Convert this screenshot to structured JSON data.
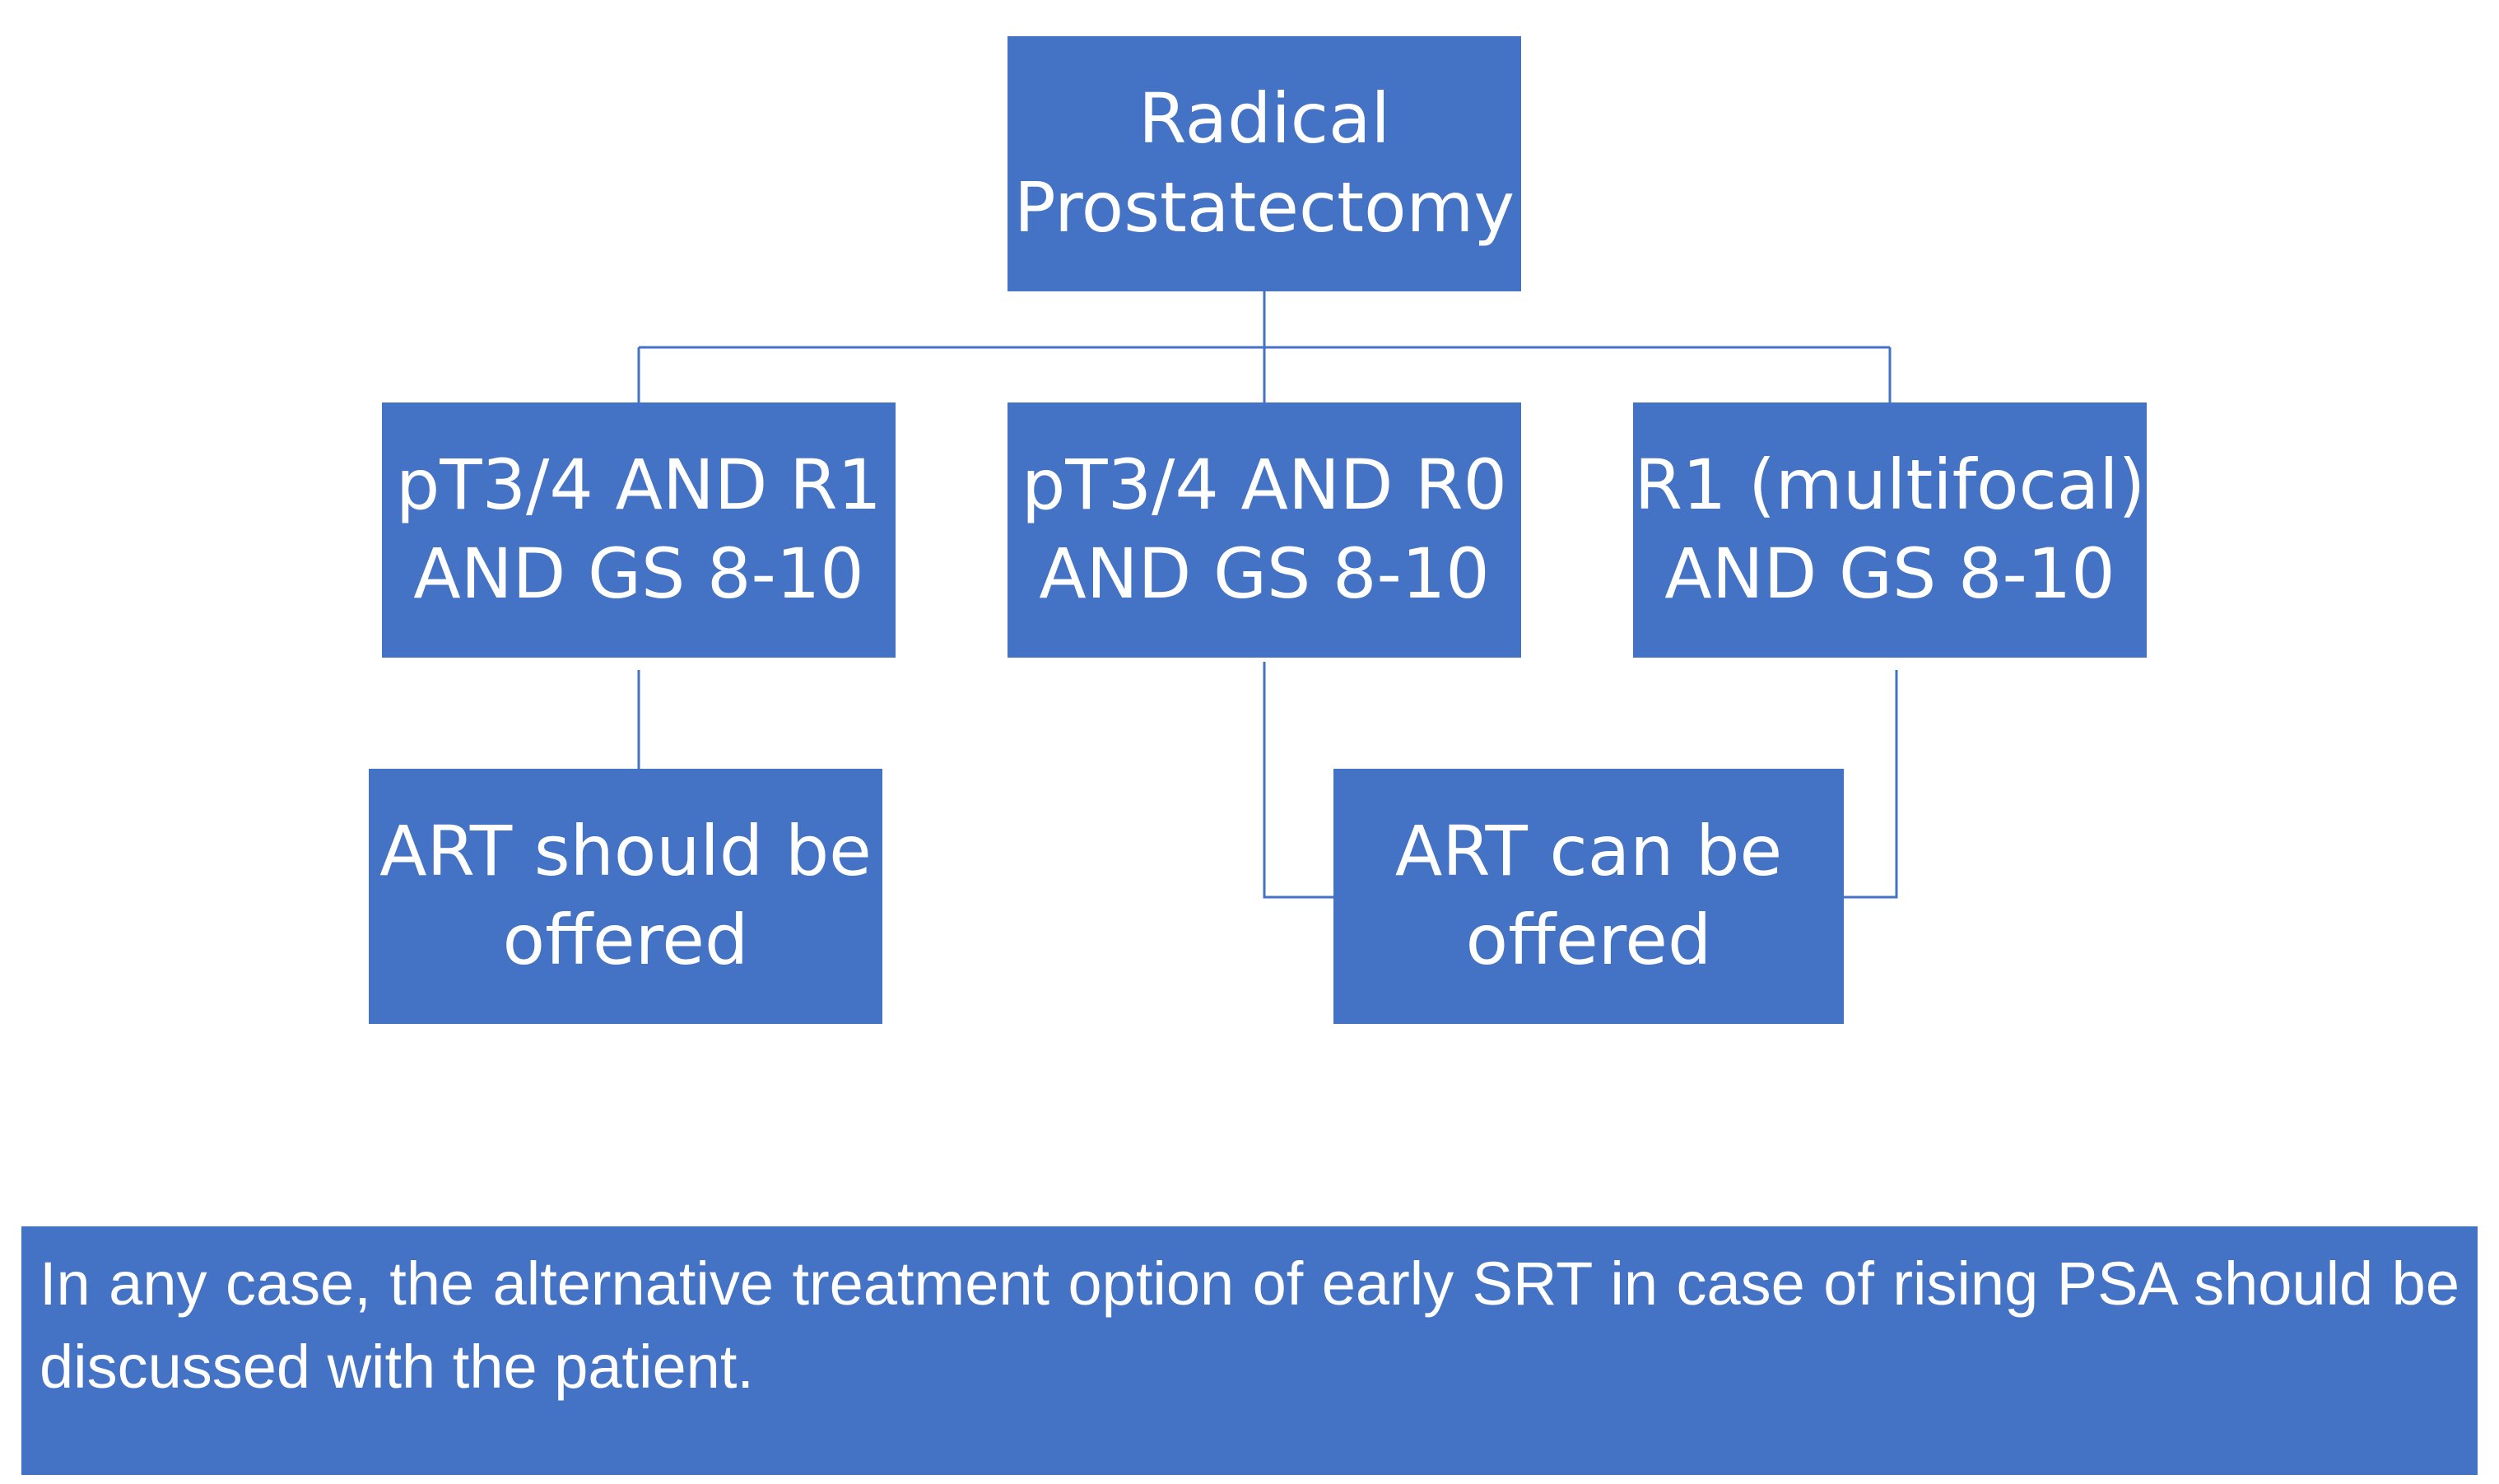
{
  "colors": {
    "node_fill": "#4472C4",
    "node_text": "#ffffff",
    "connector": "#4472C4",
    "background": "#ffffff"
  },
  "diagram": {
    "root": {
      "label": "Radical\nProstatectomy"
    },
    "criteria": [
      {
        "label": "pT3/4 AND R1\nAND GS 8-10"
      },
      {
        "label": "pT3/4 AND R0\nAND GS 8-10"
      },
      {
        "label": "R1 (multifocal)\nAND GS 8-10"
      }
    ],
    "outcomes": [
      {
        "label": "ART should be\noffered"
      },
      {
        "label": "ART can be\noffered"
      }
    ],
    "edges": [
      {
        "from": "root",
        "to": "criteria.0"
      },
      {
        "from": "root",
        "to": "criteria.1"
      },
      {
        "from": "root",
        "to": "criteria.2"
      },
      {
        "from": "criteria.0",
        "to": "outcomes.0"
      },
      {
        "from": "criteria.1",
        "to": "outcomes.1"
      },
      {
        "from": "criteria.2",
        "to": "outcomes.1"
      }
    ]
  },
  "note": {
    "text": "In any case, the alternative treatment option of early SRT in case of rising PSA should be discussed with the patient."
  }
}
